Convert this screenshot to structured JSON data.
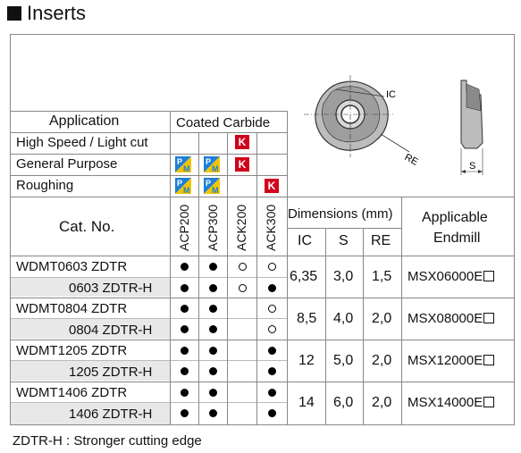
{
  "title": "Inserts",
  "application_header": "Application",
  "grade_group_header": "Coated Carbide",
  "applications": [
    "High Speed / Light cut",
    "General Purpose",
    "Roughing"
  ],
  "grades": [
    "ACP200",
    "ACP300",
    "ACK200",
    "ACK300"
  ],
  "badge_letters": {
    "p": "P",
    "m": "M",
    "k": "K"
  },
  "cat_no_header": "Cat. No.",
  "dimensions_header": "Dimensions (mm)",
  "dim_cols": [
    "IC",
    "S",
    "RE"
  ],
  "endmill_header_1": "Applicable",
  "endmill_header_2": "Endmill",
  "diagram_labels": {
    "ic": "IC",
    "re": "RE",
    "s": "S"
  },
  "rows": [
    {
      "cat": "WDMT0603 ZDTR",
      "g": [
        "dot",
        "dot",
        "ring",
        "ring"
      ]
    },
    {
      "cat": "0603 ZDTR-H",
      "g": [
        "dot",
        "dot",
        "ring",
        "dot"
      ]
    },
    {
      "cat": "WDMT0804 ZDTR",
      "g": [
        "dot",
        "dot",
        "",
        "ring"
      ]
    },
    {
      "cat": "0804 ZDTR-H",
      "g": [
        "dot",
        "dot",
        "",
        "ring"
      ]
    },
    {
      "cat": "WDMT1205 ZDTR",
      "g": [
        "dot",
        "dot",
        "",
        "dot"
      ]
    },
    {
      "cat": "1205 ZDTR-H",
      "g": [
        "dot",
        "dot",
        "",
        "dot"
      ]
    },
    {
      "cat": "WDMT1406 ZDTR",
      "g": [
        "dot",
        "dot",
        "",
        "dot"
      ]
    },
    {
      "cat": "1406 ZDTR-H",
      "g": [
        "dot",
        "dot",
        "",
        "dot"
      ]
    }
  ],
  "groups": [
    {
      "ic": "6,35",
      "s": "3,0",
      "re": "1,5",
      "endmill": "MSX06000E"
    },
    {
      "ic": "8,5",
      "s": "4,0",
      "re": "2,0",
      "endmill": "MSX08000E"
    },
    {
      "ic": "12",
      "s": "5,0",
      "re": "2,0",
      "endmill": "MSX12000E"
    },
    {
      "ic": "14",
      "s": "6,0",
      "re": "2,0",
      "endmill": "MSX14000E"
    }
  ],
  "footnote": "ZDTR-H :  Stronger cutting edge"
}
